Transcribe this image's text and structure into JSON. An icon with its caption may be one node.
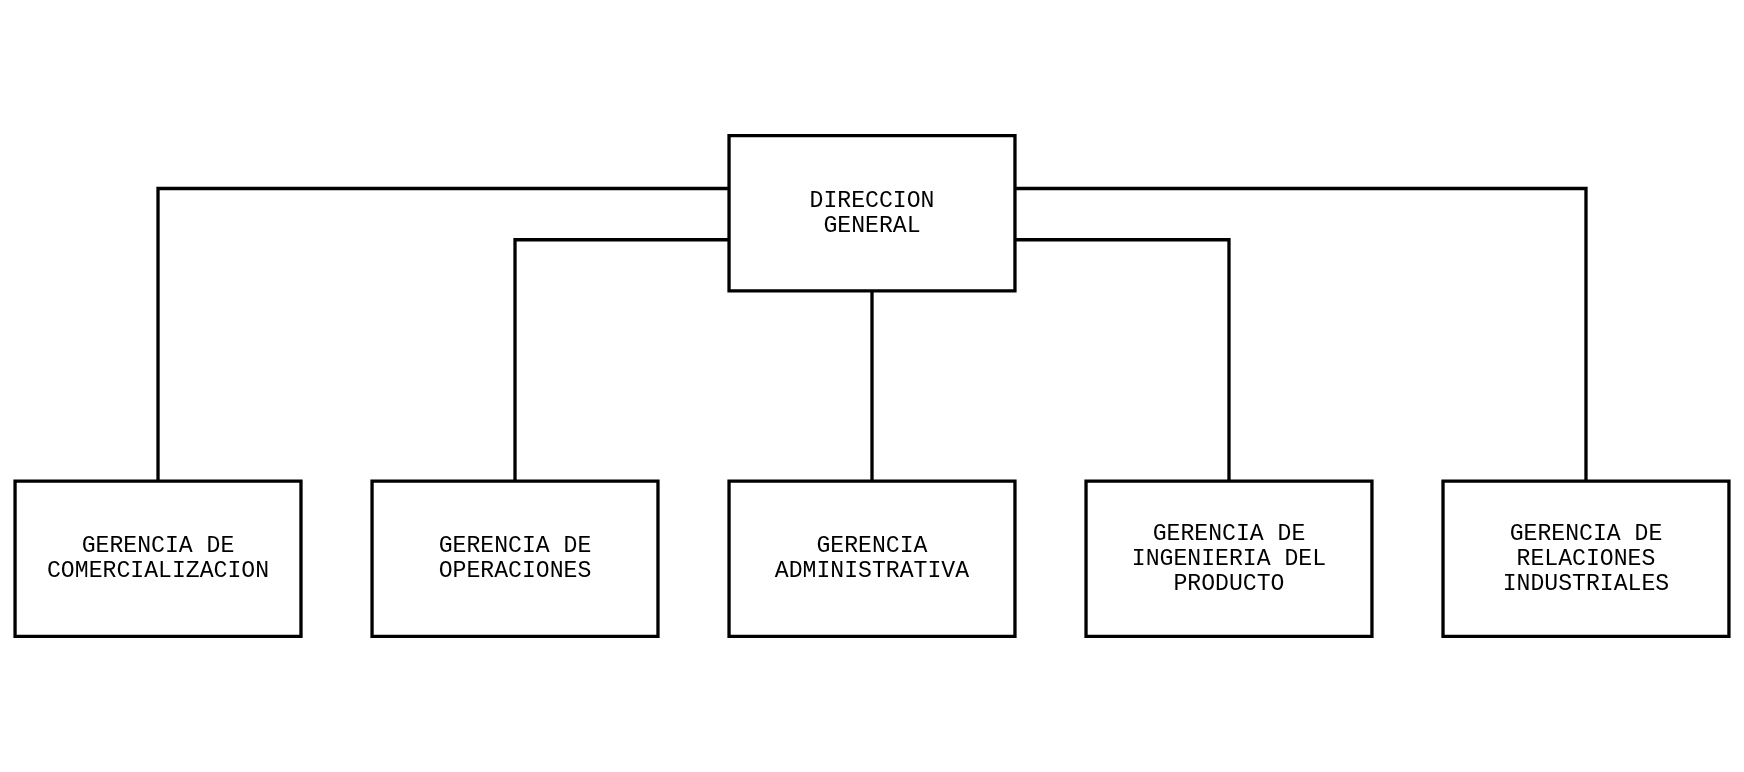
{
  "diagram": {
    "nodes": [
      {
        "text": [
          "DIRECCION GENERAL"
        ]
      },
      {
        "text": [
          "GERENCIA DE COMERCIALIZACION"
        ]
      },
      {
        "text": [
          "GERENCIA DE OPERACIONES"
        ]
      },
      {
        "text": [
          "GERENCIA ADMINISTRATIVA"
        ]
      },
      {
        "text": [
          "GERENCIA DE INGENIERIA DEL PRODUCTO"
        ]
      },
      {
        "text": [
          "GERENCIA DE RELACIONES INDUSTRIALES"
        ]
      }
    ],
    "edges": [
      {
        "from": 0,
        "to": 1,
        "arrow": "none"
      },
      {
        "from": 0,
        "to": 2,
        "arrow": "none"
      },
      {
        "from": 0,
        "to": 3,
        "arrow": "none"
      },
      {
        "from": 0,
        "to": 4,
        "arrow": "none"
      },
      {
        "from": 0,
        "to": 5,
        "arrow": "none"
      }
    ]
  }
}
